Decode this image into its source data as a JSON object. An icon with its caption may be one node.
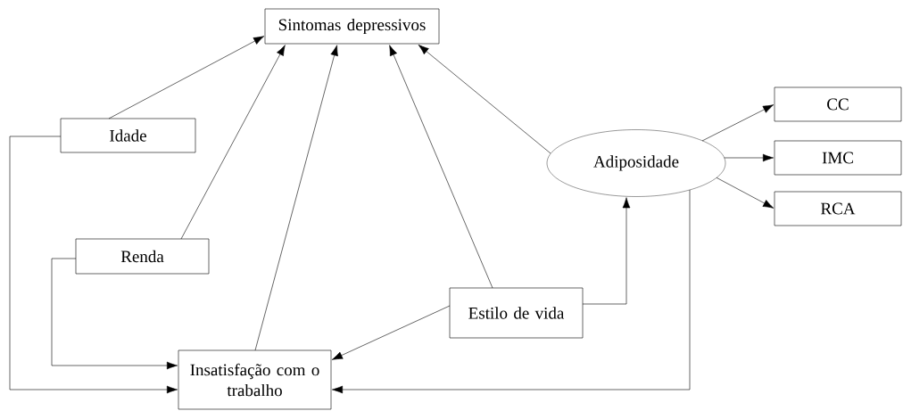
{
  "diagram": {
    "nodes": [
      {
        "text": [
          "Sintomas depressivos"
        ]
      },
      {
        "text": [
          "Idade"
        ]
      },
      {
        "text": [
          "Adiposidade"
        ]
      },
      {
        "text": [
          "CC"
        ]
      },
      {
        "text": [
          "IMC"
        ]
      },
      {
        "text": [
          "RCA"
        ]
      },
      {
        "text": [
          "Renda"
        ]
      },
      {
        "text": [
          "Estilo de vida"
        ]
      },
      {
        "text": [
          "Insatisfação com o trabalho"
        ]
      }
    ],
    "edges": [
      {
        "from": 1,
        "to": 0,
        "arrow": "to"
      },
      {
        "from": 6,
        "to": 0,
        "arrow": "to"
      },
      {
        "from": 8,
        "to": 0,
        "arrow": "to"
      },
      {
        "from": 7,
        "to": 0,
        "arrow": "to"
      },
      {
        "from": 2,
        "to": 0,
        "arrow": "to"
      },
      {
        "from": 2,
        "to": 3,
        "arrow": "to"
      },
      {
        "from": 2,
        "to": 4,
        "arrow": "to"
      },
      {
        "from": 2,
        "to": 5,
        "arrow": "to"
      },
      {
        "from": 7,
        "to": 2,
        "arrow": "to"
      },
      {
        "from": 7,
        "to": 8,
        "arrow": "to"
      },
      {
        "from": 1,
        "to": 8,
        "arrow": "to"
      },
      {
        "from": 6,
        "to": 8,
        "arrow": "to"
      },
      {
        "from": 2,
        "to": 8,
        "arrow": "to"
      }
    ]
  }
}
